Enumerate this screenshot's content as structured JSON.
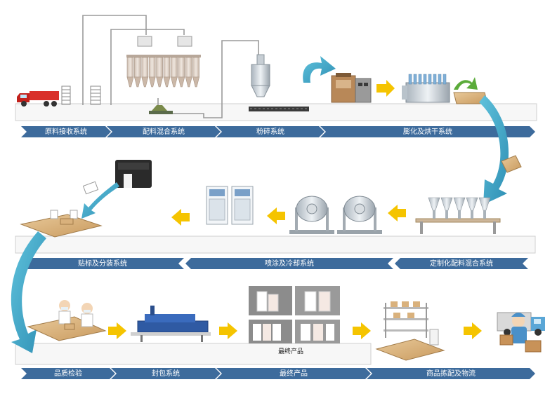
{
  "rows": [
    {
      "stages": [
        {
          "label": "原料接收系统"
        },
        {
          "label": "配料混合系统"
        },
        {
          "label": "粉碎系统"
        },
        {
          "label": "膨化及烘干系统"
        }
      ]
    },
    {
      "stages": [
        {
          "label": "贴标及分装系统"
        },
        {
          "label": "喷涂及冷却系统"
        },
        {
          "label": "定制化配料混合系统"
        }
      ]
    },
    {
      "stages": [
        {
          "label": "品质检验"
        },
        {
          "label": "封包系统"
        },
        {
          "label": "最终产品"
        },
        {
          "label": "商品拣配及物流"
        }
      ]
    }
  ],
  "product_caption": "最终产品",
  "colors": {
    "banner": "#3d6b9c",
    "arrow": "#f5c400",
    "flow": "#3fa9c9",
    "platform": "#f7f7f7"
  }
}
